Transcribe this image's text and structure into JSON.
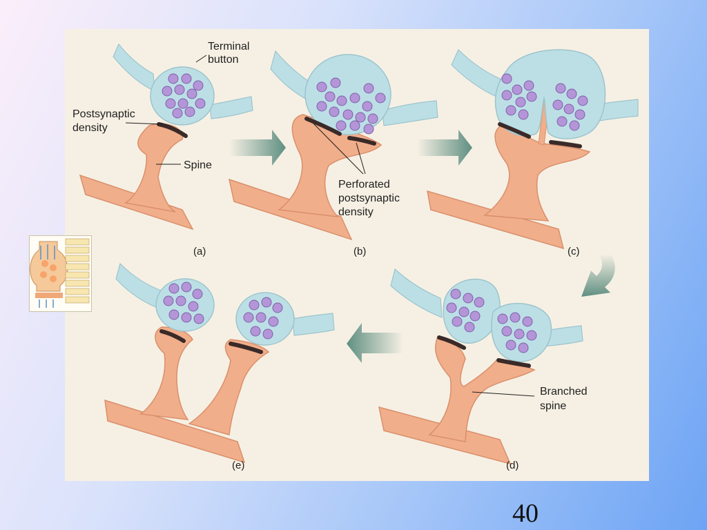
{
  "labels": {
    "terminal_button": [
      "Terminal",
      "button"
    ],
    "postsynaptic_density": [
      "Postsynaptic",
      "density"
    ],
    "spine": "Spine",
    "perforated": [
      "Perforated",
      "postsynaptic",
      "density"
    ],
    "branched_spine": [
      "Branched",
      "spine"
    ]
  },
  "panels": {
    "a": "(a)",
    "b": "(b)",
    "c": "(c)",
    "d": "(d)",
    "e": "(e)"
  },
  "page_number": "40",
  "colors": {
    "panel_background": "#f6f0e4",
    "axon": "#bcdfe6",
    "spine": "#f1ae8a",
    "vesicle": "#b495d8",
    "density": "#3a2a28",
    "arrow": "#6e9a8e"
  }
}
